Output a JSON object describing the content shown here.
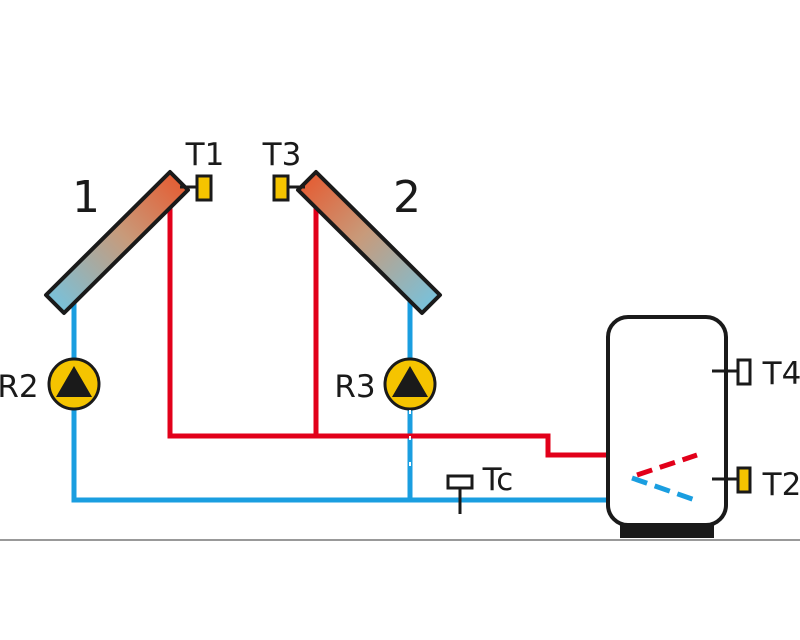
{
  "collectors": [
    {
      "number": "1"
    },
    {
      "number": "2"
    }
  ],
  "pumps": [
    {
      "label": "R2"
    },
    {
      "label": "R3"
    }
  ],
  "sensors": {
    "t1": "T1",
    "t3": "T3",
    "t4": "T4",
    "t2": "T2",
    "tc": "Tc"
  },
  "colors": {
    "hot": "#e2001a",
    "cold": "#1a9ee0",
    "sensor": "#f5c400",
    "pump": "#f5c400",
    "outline": "#1a1a1a",
    "ground": "#999999"
  }
}
